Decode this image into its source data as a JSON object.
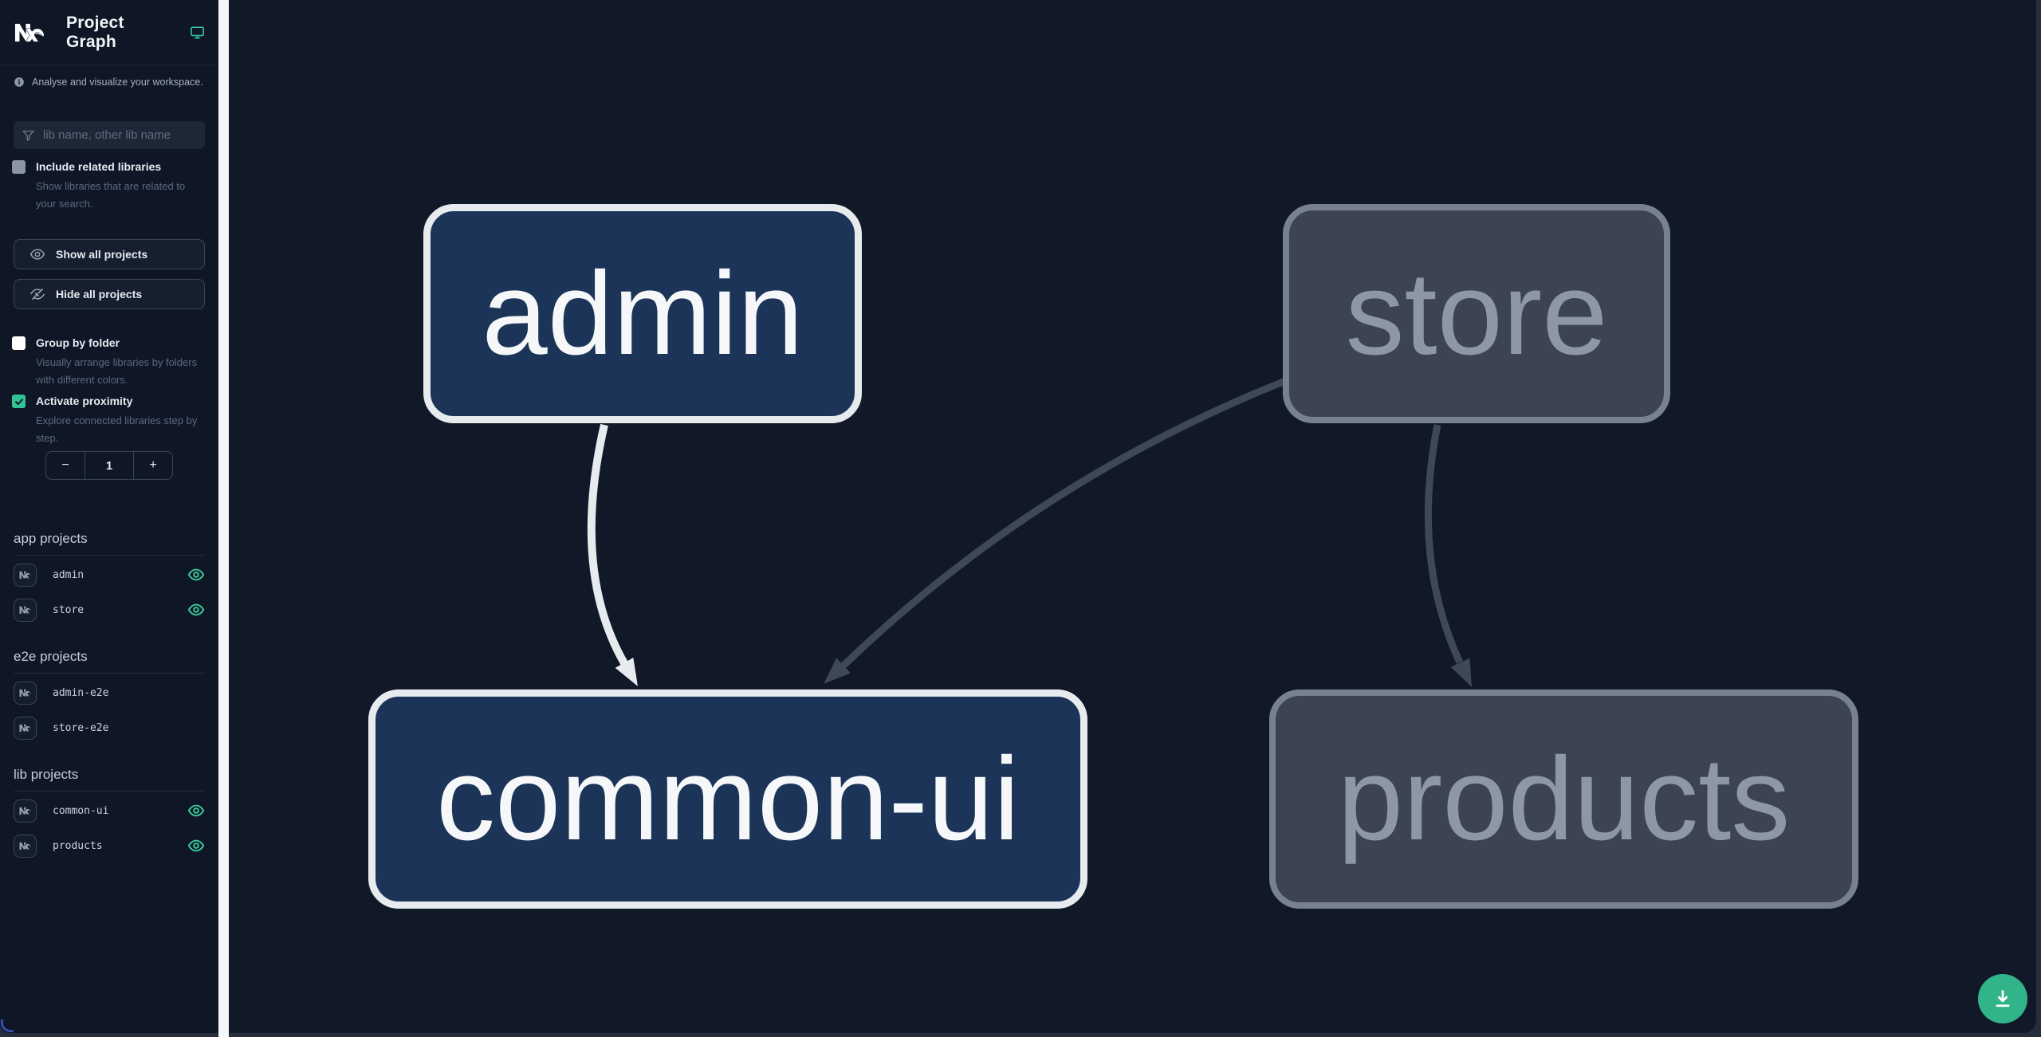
{
  "app": {
    "title": "Project Graph"
  },
  "sidebar": {
    "tagline": "Analyse and visualize your workspace.",
    "search": {
      "placeholder": "lib name, other lib name",
      "value": ""
    },
    "checkboxes": {
      "include_related": {
        "label": "Include related libraries",
        "description": "Show libraries that are related to your search.",
        "checked": false
      },
      "group_by_folder": {
        "label": "Group by folder",
        "description": "Visually arrange libraries by folders with different colors.",
        "checked": false
      },
      "activate_proximity": {
        "label": "Activate proximity",
        "description": "Explore connected libraries step by step.",
        "checked": true
      }
    },
    "buttons": {
      "show_all": "Show all projects",
      "hide_all": "Hide all projects"
    },
    "stepper": {
      "decrement": "−",
      "value": "1",
      "increment": "+"
    },
    "sections": [
      {
        "title": "app projects",
        "items": [
          {
            "name": "admin",
            "visible": true
          },
          {
            "name": "store",
            "visible": true
          }
        ]
      },
      {
        "title": "e2e projects",
        "items": [
          {
            "name": "admin-e2e",
            "visible": false
          },
          {
            "name": "store-e2e",
            "visible": false
          }
        ]
      },
      {
        "title": "lib projects",
        "items": [
          {
            "name": "common-ui",
            "visible": true
          },
          {
            "name": "products",
            "visible": true
          }
        ]
      }
    ]
  },
  "graph": {
    "nodes": [
      {
        "id": "admin",
        "label": "admin",
        "state": "focused"
      },
      {
        "id": "store",
        "label": "store",
        "state": "unfocused"
      },
      {
        "id": "common-ui",
        "label": "common-ui",
        "state": "focused"
      },
      {
        "id": "products",
        "label": "products",
        "state": "unfocused"
      }
    ],
    "edges": [
      {
        "source": "admin",
        "target": "common-ui",
        "state": "focused"
      },
      {
        "source": "store",
        "target": "common-ui",
        "state": "unfocused"
      },
      {
        "source": "store",
        "target": "products",
        "state": "unfocused"
      }
    ]
  },
  "colors": {
    "accent_teal": "#35c89a",
    "fab_green": "#31b489",
    "focused_node_fill": "#1b3458",
    "focused_node_border": "#e8ebee",
    "unfocused_node_fill": "#3c4352",
    "unfocused_node_border": "#78818f",
    "focused_edge": "#e8ebee",
    "unfocused_edge": "#3f4857",
    "sidebar_bg": "#0f1726",
    "canvas_bg": "#111929"
  }
}
